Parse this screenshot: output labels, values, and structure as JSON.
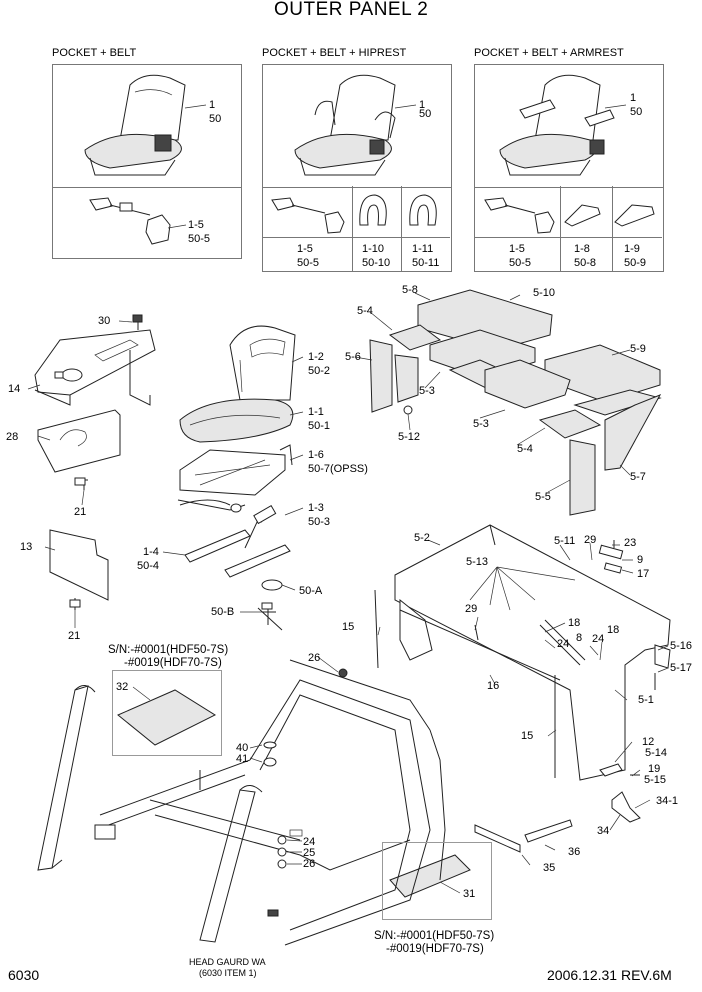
{
  "title": "OUTER PANEL 2",
  "page_number": "6030",
  "revision": "2006.12.31 REV.6M",
  "variants": [
    {
      "header": "POCKET + BELT",
      "seat_ref": [
        "1",
        "50"
      ],
      "items": [
        [
          "1-5",
          "50-5"
        ]
      ]
    },
    {
      "header": "POCKET + BELT + HIPREST",
      "seat_ref": [
        "1",
        "50"
      ],
      "items": [
        [
          "1-5",
          "50-5"
        ],
        [
          "1-10",
          "50-10"
        ],
        [
          "1-11",
          "50-11"
        ]
      ]
    },
    {
      "header": "POCKET + BELT + ARMREST",
      "seat_ref": [
        "1",
        "50"
      ],
      "items": [
        [
          "1-5",
          "50-5"
        ],
        [
          "1-8",
          "50-8"
        ],
        [
          "1-9",
          "50-9"
        ]
      ]
    }
  ],
  "callouts": {
    "c30": "30",
    "c14": "14",
    "c28": "28",
    "c21a": "21",
    "c13": "13",
    "c21b": "21",
    "c12_50_2": [
      "1-2",
      "50-2"
    ],
    "c11_50_1": [
      "1-1",
      "50-1"
    ],
    "c16_50_7": [
      "1-6",
      "50-7(OPSS)"
    ],
    "c13_50_3": [
      "1-3",
      "50-3"
    ],
    "c14_50_4": [
      "1-4",
      "50-4"
    ],
    "c50A": "50-A",
    "c50B": "50-B",
    "c5_8": "5-8",
    "c5_10": "5-10",
    "c5_4a": "5-4",
    "c5_6": "5-6",
    "c5_3a": "5-3",
    "c5_9": "5-9",
    "c5_12": "5-12",
    "c5_3b": "5-3",
    "c5_4b": "5-4",
    "c5_7": "5-7",
    "c5_5": "5-5",
    "c5_2": "5-2",
    "c5_13": "5-13",
    "c5_11": "5-11",
    "c29a": "29",
    "c23": "23",
    "c9": "9",
    "c17": "17",
    "c29b": "29",
    "c18a": "18",
    "c24a": "24",
    "c8": "8",
    "c24b": "24",
    "c18b": "18",
    "c5_16": "5-16",
    "c5_17": "5-17",
    "c15a": "15",
    "c16": "16",
    "c5_1": "5-1",
    "c15b": "15",
    "c12": "12",
    "c5_14": "5-14",
    "c19": "19",
    "c5_15": "5-15",
    "c34_1": "34-1",
    "c34": "34",
    "c36": "36",
    "c35": "35",
    "c31": "31",
    "c26a": "26",
    "c32": "32",
    "c40": "40",
    "c41": "41",
    "c24c": "24",
    "c25": "25",
    "c26b": "26"
  },
  "notes": {
    "sn_top": [
      "S/N:-#0001(HDF50-7S)",
      "-#0019(HDF70-7S)"
    ],
    "sn_bottom": [
      "S/N:-#0001(HDF50-7S)",
      "-#0019(HDF70-7S)"
    ],
    "head_guard": [
      "HEAD GAURD WA",
      "(6030 ITEM 1)"
    ]
  }
}
